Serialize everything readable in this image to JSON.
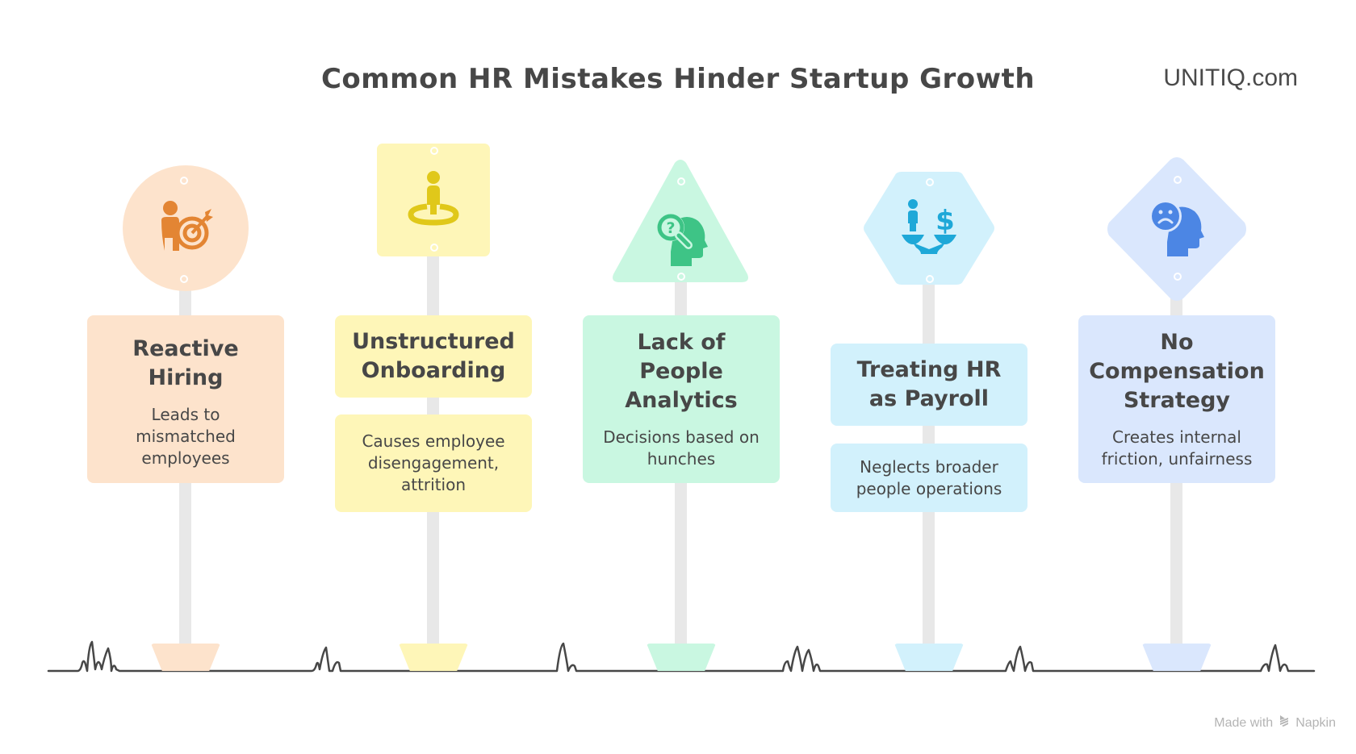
{
  "header": {
    "title": "Common HR Mistakes Hinder Startup Growth",
    "brand": "UNITIQ.com"
  },
  "items": [
    {
      "title": "Reactive Hiring",
      "title_lines": [
        "Reactive",
        "Hiring"
      ],
      "description": "Leads to mismatched employees",
      "icon": "person-target-icon",
      "sign_shape": "circle",
      "fill": "#fde3cc",
      "icon_color": "#e38533"
    },
    {
      "title": "Unstructured Onboarding",
      "title_lines": [
        "Unstructured",
        "Onboarding"
      ],
      "description": "Causes employee disengagement, attrition",
      "icon": "person-location-icon",
      "sign_shape": "square",
      "fill": "#fef6b8",
      "icon_color": "#e0c81a"
    },
    {
      "title": "Lack of People Analytics",
      "title_lines": [
        "Lack of",
        "People",
        "Analytics"
      ],
      "description": "Decisions based on hunches",
      "icon": "head-magnifier-question-icon",
      "sign_shape": "triangle",
      "fill": "#c9f7e1",
      "icon_color": "#3ec486"
    },
    {
      "title": "Treating HR as Payroll",
      "title_lines": [
        "Treating HR",
        "as Payroll"
      ],
      "description": "Neglects broader people operations",
      "icon": "person-dollar-scale-icon",
      "sign_shape": "hexagon",
      "fill": "#d2f1fc",
      "icon_color": "#1ea8d8"
    },
    {
      "title": "No Compensation Strategy",
      "title_lines": [
        "No",
        "Compensation",
        "Strategy"
      ],
      "description": "Creates internal friction, unfairness",
      "icon": "sad-face-head-icon",
      "sign_shape": "diamond",
      "fill": "#dae7fd",
      "icon_color": "#4c86e4"
    }
  ],
  "footer": {
    "made_with": "Made with",
    "napkin": "Napkin"
  },
  "colors": {
    "text": "#474747",
    "pole": "#e8e8e8",
    "ground_line": "#474747"
  }
}
